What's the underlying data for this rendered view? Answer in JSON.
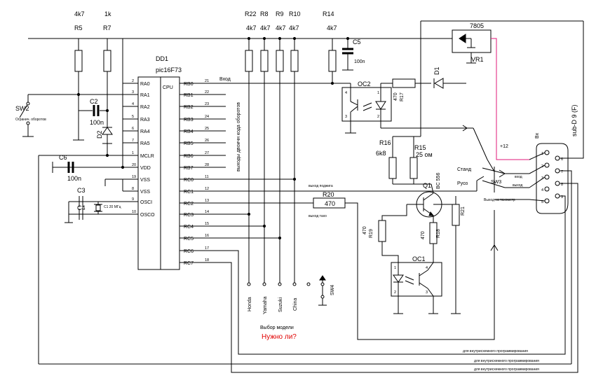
{
  "resistors_top": {
    "r5_value": "4k7",
    "r5_ref": "R5",
    "r7_value": "1k",
    "r7_ref": "R7",
    "r22_ref": "R22",
    "r8_ref": "R8",
    "r9_ref": "R9",
    "r10_ref": "R10",
    "r14_ref": "R14",
    "r22_value": "4k7",
    "r8_value": "4k7",
    "r9_value": "4k7",
    "r10_value": "4k7",
    "r14_value": "4k7"
  },
  "mcu": {
    "ref": "DD1",
    "part": "pic16F73",
    "core_label": "CPU",
    "left_pins": [
      {
        "name": "RA0",
        "num": "2"
      },
      {
        "name": "RA1",
        "num": "3"
      },
      {
        "name": "RA2",
        "num": "4"
      },
      {
        "name": "RA3",
        "num": "5"
      },
      {
        "name": "RA4",
        "num": "6"
      },
      {
        "name": "RA5",
        "num": "7"
      },
      {
        "name": "MCLR",
        "num": "1"
      },
      {
        "name": "VDD",
        "num": "20"
      },
      {
        "name": "VSS",
        "num": "19"
      },
      {
        "name": "VSS",
        "num": "8"
      },
      {
        "name": "OSCI",
        "num": "9"
      },
      {
        "name": "OSCO",
        "num": "10"
      }
    ],
    "right_pins": [
      {
        "name": "RB0",
        "num": "21"
      },
      {
        "name": "RB1",
        "num": "22"
      },
      {
        "name": "RB2",
        "num": "23"
      },
      {
        "name": "RB3",
        "num": "24"
      },
      {
        "name": "RB4",
        "num": "25"
      },
      {
        "name": "RB5",
        "num": "26"
      },
      {
        "name": "RB6",
        "num": "27"
      },
      {
        "name": "RB7",
        "num": "28"
      },
      {
        "name": "RC0",
        "num": "11"
      },
      {
        "name": "RC1",
        "num": "12"
      },
      {
        "name": "RC2",
        "num": "13"
      },
      {
        "name": "RC3",
        "num": "14"
      },
      {
        "name": "RC4",
        "num": "15"
      },
      {
        "name": "RC5",
        "num": "16"
      },
      {
        "name": "RC6",
        "num": "17"
      },
      {
        "name": "RC7",
        "num": "18"
      }
    ],
    "rb_outputs_label": "выходы двоичн кода оборотов"
  },
  "parts": {
    "sw2_ref": "SW2",
    "sw2_note": "Огранич. оборотов",
    "c2_ref": "C2",
    "c2_value": "100n",
    "d2_ref": "D2",
    "c6_ref": "C6",
    "c6_value": "100n",
    "c3_ref": "C3",
    "c4_ref": "C4",
    "crystal_note": "С1 20 МГц",
    "c5_ref": "C5",
    "c5_value": "100n",
    "reg_ref": "7805",
    "vr_ref": "VR1",
    "oc2_ref": "OC2",
    "r17_ref": "R17",
    "r17_value": "470",
    "d1_ref": "D1",
    "r16_ref": "R16",
    "r16_value": "6k8",
    "r15_ref": "R15",
    "r15_value": "25 ом",
    "q1_ref": "Q1",
    "q1_part": "BC 556",
    "r21_ref": "R21",
    "r20_ref": "R20",
    "r20_value": "470",
    "r19_ref": "R19",
    "r19_value": "470",
    "r18_ref": "R18",
    "r18_value": "470",
    "oc1_ref": "OC1",
    "sw3_ref": "SW3",
    "sw4_ref": "SW4",
    "connector_ref": "sub-D 9 (F)",
    "connector_side": "Вх",
    "pin_1": "1",
    "pin_2": "2",
    "pin_3": "3",
    "pin_4": "4",
    "pin_5": "5",
    "pin_6": "6",
    "pin_7": "7",
    "pin_8": "8",
    "pin_9": "9",
    "oc_pin_1": "1",
    "oc_pin_2": "2",
    "oc_pin_3": "3",
    "oc_pin_4": "4",
    "oc1_pin_1": "1",
    "oc1_pin_2": "2",
    "oc1_pin_3": "3",
    "oc1_pin_4": "4"
  },
  "labels": {
    "input_rb0": "Вход",
    "ignition_out": "выход поджига",
    "tacho_out": "выход тахо",
    "plus12": "+12",
    "stand": "Станд",
    "ruoz": "Руоз",
    "conn_in": "вход",
    "conn_out": "выход",
    "tacho_meter_out": "Выход на тахометр",
    "model_honda": "Honda",
    "model_yamaha": "Yamaha",
    "model_suzuki": "Suzuki",
    "model_china": "China",
    "model_select": "Выбор модели",
    "need_question": "Нужно ли?",
    "isp1": "для внутрисхемного программирования",
    "isp2": "для внутрисхемного программирования",
    "isp3": "для внутрисхемного программирования"
  },
  "colors": {
    "wire": "#000000",
    "plus12_line": "#e0187a",
    "question_text": "#e00000"
  }
}
